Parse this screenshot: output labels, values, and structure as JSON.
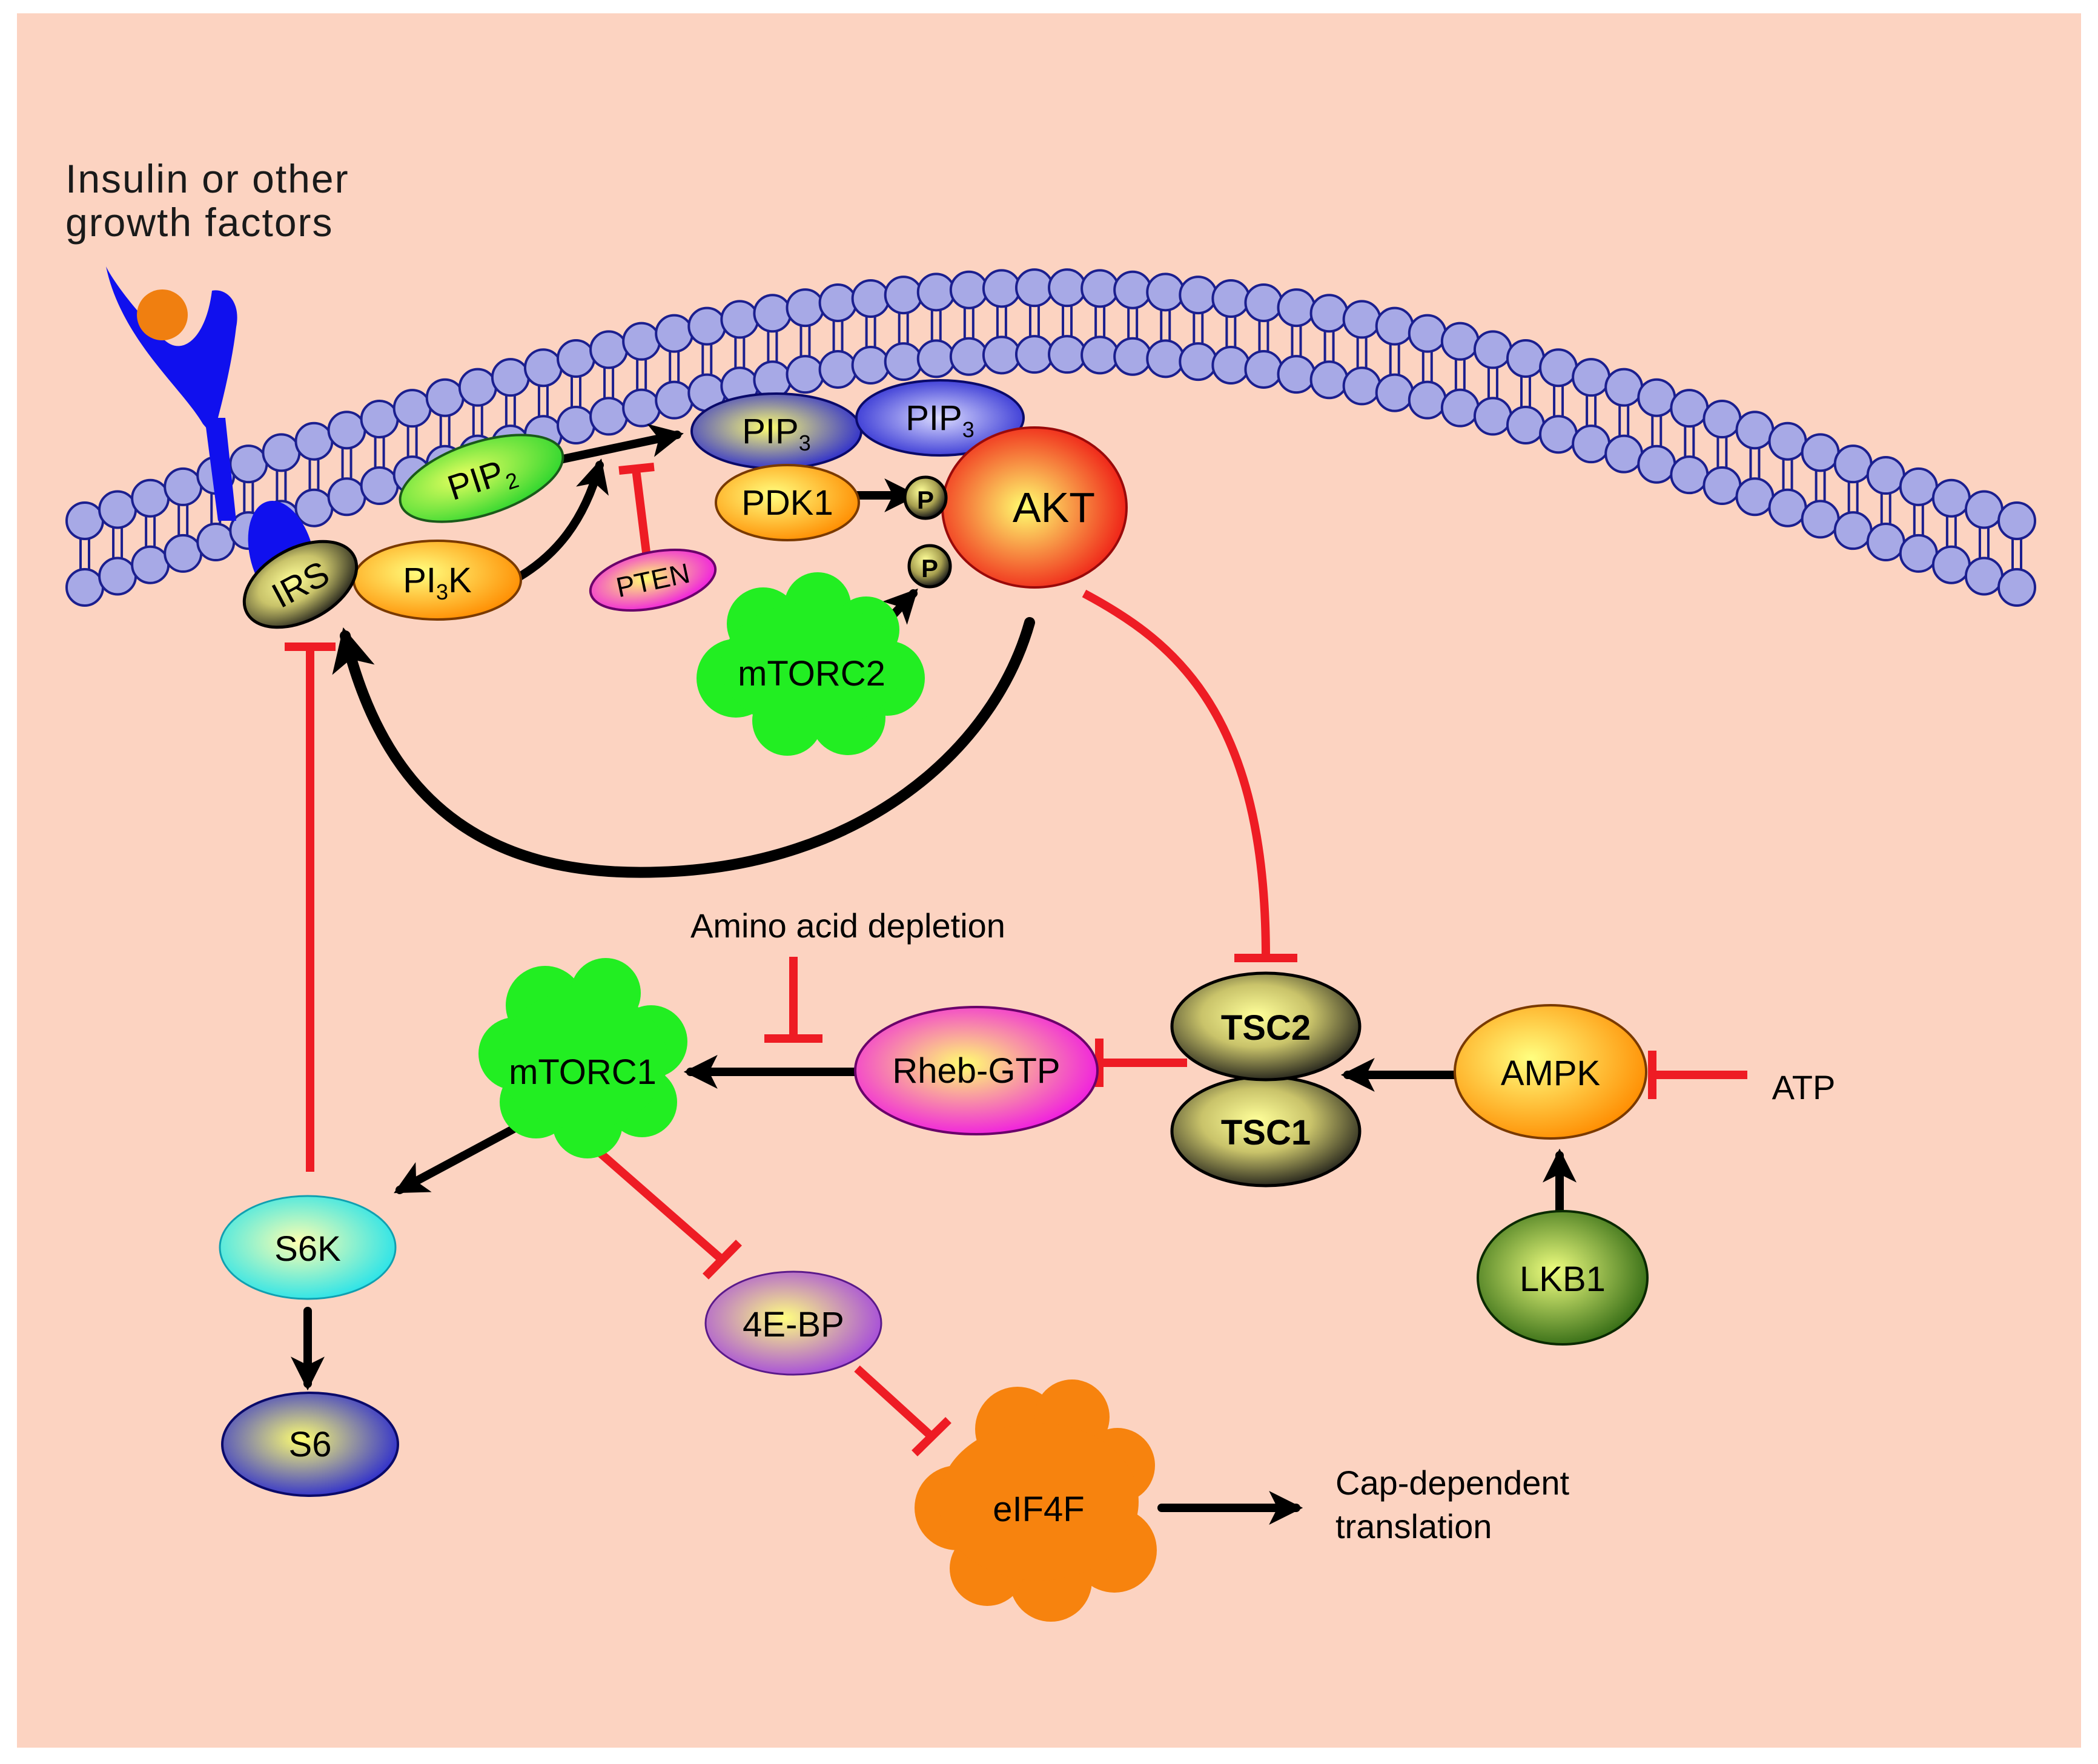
{
  "labels": {
    "ligand": [
      "Insulin or other",
      "growth factors"
    ],
    "irs": "IRS",
    "pi3k": "PI",
    "pi3k_sub": "3",
    "pi3k_suffix": "K",
    "pip2": "PIP",
    "pip2_sub": "2",
    "pip3a": "PIP",
    "pip3a_sub": "3",
    "pip3b": "PIP",
    "pip3b_sub": "3",
    "pten": "PTEN",
    "pdk1": "PDK1",
    "p1": "P",
    "p2": "P",
    "akt": "AKT",
    "mtorc2": "mTORC2",
    "amino_acid": "Amino acid depletion",
    "mtorc1": "mTORC1",
    "rheb": "Rheb-GTP",
    "tsc2": "TSC2",
    "tsc1": "TSC1",
    "ampk": "AMPK",
    "atp": "ATP",
    "lkb1": "LKB1",
    "s6k": "S6K",
    "s6": "S6",
    "ebp": "4E-BP",
    "eif4f": "eIF4F",
    "cap": [
      "Cap-dependent",
      "translation"
    ]
  },
  "colors": {
    "background": "#fcd3c1",
    "membrane_head": "#a7a9e6",
    "membrane_stroke": "#1b1f8f",
    "receptor": "#1010ee",
    "ligand": "#f07f10",
    "activation": "#000000",
    "inhibition": "#ee1c24"
  }
}
